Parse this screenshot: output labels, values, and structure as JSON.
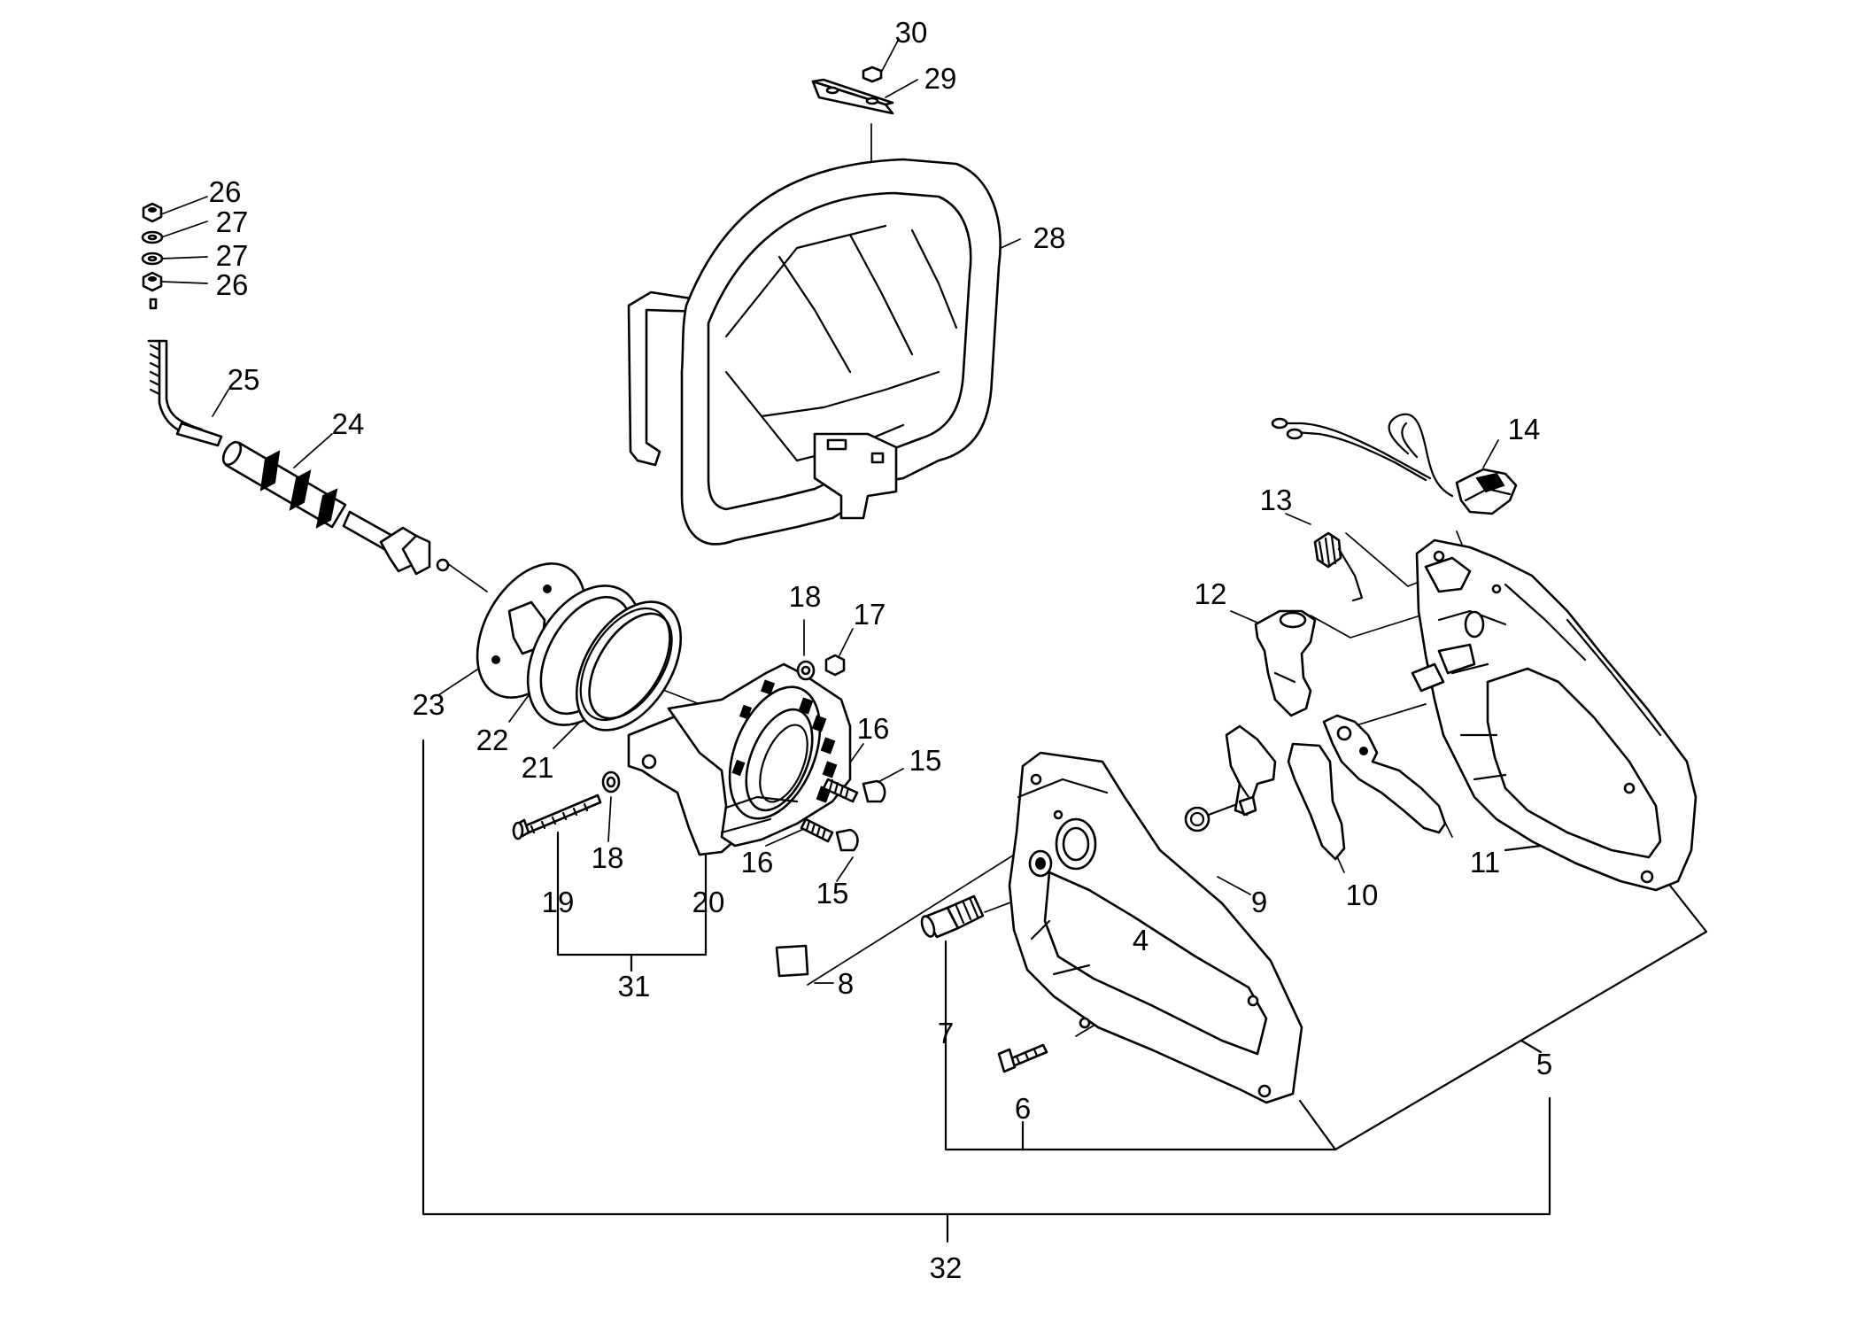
{
  "colors": {
    "ink": "#000000",
    "background": "#ffffff"
  },
  "callouts": {
    "c4": "4",
    "c5": "5",
    "c6": "6",
    "c7": "7",
    "c8": "8",
    "c9": "9",
    "c10": "10",
    "c11": "11",
    "c12": "12",
    "c13": "13",
    "c14": "14",
    "c15a": "15",
    "c15b": "15",
    "c16a": "16",
    "c16b": "16",
    "c17": "17",
    "c18a": "18",
    "c18b": "18",
    "c19": "19",
    "c20": "20",
    "c21": "21",
    "c22": "22",
    "c23": "23",
    "c24": "24",
    "c25": "25",
    "c26a": "26",
    "c26b": "26",
    "c27a": "27",
    "c27b": "27",
    "c28": "28",
    "c29": "29",
    "c30": "30",
    "c31": "31",
    "c32": "32"
  }
}
